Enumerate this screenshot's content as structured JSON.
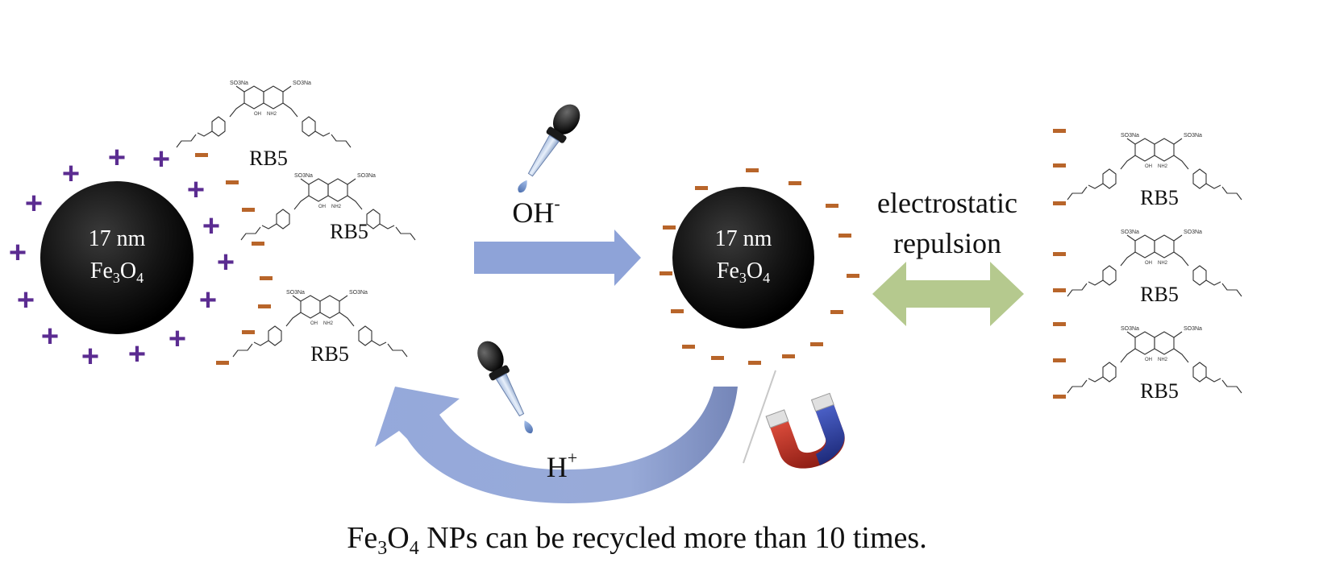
{
  "colors": {
    "background": "#ffffff",
    "nanoparticle": "#111111",
    "positive_charge": "#5b2c91",
    "negative_charge": "#b8652a",
    "arrow_blue": "#8ea3d8",
    "arrow_green": "#b5c98e",
    "text": "#111111"
  },
  "left_particle": {
    "size_label": "17 nm",
    "formula": {
      "fe": "Fe",
      "fe_sub": "3",
      "o": "O",
      "o_sub": "4"
    },
    "charge_symbol": "+"
  },
  "right_particle": {
    "size_label": "17 nm",
    "formula": {
      "fe": "Fe",
      "fe_sub": "3",
      "o": "O",
      "o_sub": "4"
    },
    "charge_symbol": "−"
  },
  "dye": {
    "label": "RB5",
    "atom_labels": {
      "sodium_sulfonate": "SO3Na",
      "oh": "OH",
      "nh2": "NH2"
    }
  },
  "reagents": {
    "base": {
      "main": "OH",
      "sup": "-"
    },
    "acid": {
      "main": "H",
      "sup": "+"
    }
  },
  "interaction_label": {
    "line1": "electrostatic",
    "line2": "repulsion"
  },
  "icons": {
    "dropper_top": "dropper-icon",
    "dropper_bottom": "dropper-icon",
    "magnet": "magnet-icon"
  },
  "caption": {
    "fe": "Fe",
    "fe_sub": "3",
    "o": "O",
    "o_sub": "4",
    "rest": " NPs can be recycled more than 10 times."
  }
}
